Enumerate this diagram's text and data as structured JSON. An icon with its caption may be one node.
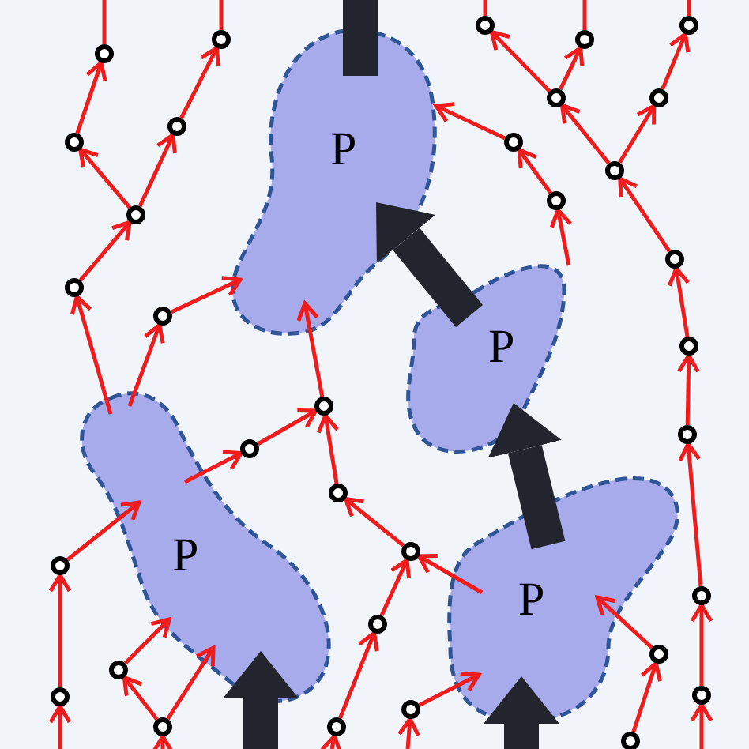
{
  "diagram": {
    "nodes": [
      {
        "text": [
          "P"
        ]
      },
      {
        "text": [
          "P"
        ]
      },
      {
        "text": [
          "P"
        ]
      },
      {
        "text": [
          "P"
        ]
      },
      {
        "text": [],
        "shape": "circle"
      },
      {
        "text": [],
        "shape": "circle"
      },
      {
        "text": [],
        "shape": "circle"
      },
      {
        "text": [],
        "shape": "circle"
      },
      {
        "text": [],
        "shape": "circle"
      },
      {
        "text": [],
        "shape": "circle"
      },
      {
        "text": [],
        "shape": "circle"
      },
      {
        "text": [],
        "shape": "circle"
      },
      {
        "text": [],
        "shape": "circle"
      },
      {
        "text": [],
        "shape": "circle"
      },
      {
        "text": [],
        "shape": "circle"
      },
      {
        "text": [],
        "shape": "circle"
      },
      {
        "text": [],
        "shape": "circle"
      },
      {
        "text": [],
        "shape": "circle"
      },
      {
        "text": [],
        "shape": "circle"
      },
      {
        "text": [],
        "shape": "circle"
      },
      {
        "text": [],
        "shape": "circle"
      },
      {
        "text": [],
        "shape": "circle"
      },
      {
        "text": [],
        "shape": "circle"
      },
      {
        "text": [],
        "shape": "circle"
      },
      {
        "text": [],
        "shape": "circle"
      },
      {
        "text": [],
        "shape": "circle"
      },
      {
        "text": [],
        "shape": "circle"
      },
      {
        "text": [],
        "shape": "circle"
      },
      {
        "text": [],
        "shape": "circle"
      },
      {
        "text": [],
        "shape": "circle"
      },
      {
        "text": [],
        "shape": "circle"
      },
      {
        "text": [],
        "shape": "circle"
      },
      {
        "text": [],
        "shape": "circle"
      },
      {
        "text": [],
        "shape": "circle"
      },
      {
        "text": [],
        "shape": "circle"
      },
      {
        "text": [],
        "shape": "circle"
      },
      {
        "text": [],
        "shape": "circle"
      }
    ],
    "edges": [
      {
        "from": 4,
        "to": null,
        "arrow": "none"
      },
      {
        "from": 5,
        "to": null,
        "arrow": "none"
      },
      {
        "from": 6,
        "to": null,
        "arrow": "none"
      },
      {
        "from": 7,
        "to": null,
        "arrow": "none"
      },
      {
        "from": 8,
        "to": null,
        "arrow": "none"
      },
      {
        "from": 9,
        "to": 4,
        "arrow": "to"
      },
      {
        "from": 15,
        "to": 9,
        "arrow": "to"
      },
      {
        "from": 15,
        "to": 10,
        "arrow": "to"
      },
      {
        "from": 10,
        "to": 5,
        "arrow": "to"
      },
      {
        "from": 18,
        "to": 15,
        "arrow": "to"
      },
      {
        "from": 2,
        "to": 18,
        "arrow": "to"
      },
      {
        "from": 2,
        "to": 19,
        "arrow": "to"
      },
      {
        "from": 19,
        "to": 0,
        "arrow": "to"
      },
      {
        "from": 21,
        "to": 0,
        "arrow": "to"
      },
      {
        "from": 11,
        "to": 6,
        "arrow": "to"
      },
      {
        "from": 11,
        "to": 7,
        "arrow": "to"
      },
      {
        "from": 14,
        "to": 11,
        "arrow": "to"
      },
      {
        "from": 14,
        "to": 12,
        "arrow": "to"
      },
      {
        "from": 12,
        "to": 8,
        "arrow": "to"
      },
      {
        "from": 17,
        "to": 14,
        "arrow": "to"
      },
      {
        "from": 20,
        "to": 17,
        "arrow": "to"
      },
      {
        "from": 16,
        "to": 13,
        "arrow": "to"
      },
      {
        "from": 13,
        "to": 0,
        "arrow": "to"
      },
      {
        "from": 1,
        "to": 16,
        "arrow": "to"
      },
      {
        "from": 22,
        "to": 20,
        "arrow": "to"
      },
      {
        "from": 27,
        "to": 22,
        "arrow": "to"
      },
      {
        "from": 32,
        "to": 27,
        "arrow": "to"
      },
      {
        "from": null,
        "to": 32,
        "arrow": "to"
      },
      {
        "from": 29,
        "to": 3,
        "arrow": "to"
      },
      {
        "from": 36,
        "to": 29,
        "arrow": "to"
      },
      {
        "from": 33,
        "to": 3,
        "arrow": "to"
      },
      {
        "from": null,
        "to": 33,
        "arrow": "to"
      },
      {
        "from": 3,
        "to": 25,
        "arrow": "to"
      },
      {
        "from": 28,
        "to": 25,
        "arrow": "to"
      },
      {
        "from": 25,
        "to": 24,
        "arrow": "to"
      },
      {
        "from": 24,
        "to": 21,
        "arrow": "to"
      },
      {
        "from": 23,
        "to": 21,
        "arrow": "to"
      },
      {
        "from": 2,
        "to": 23,
        "arrow": "to"
      },
      {
        "from": 35,
        "to": 28,
        "arrow": "to"
      },
      {
        "from": null,
        "to": 35,
        "arrow": "to"
      },
      {
        "from": 26,
        "to": 2,
        "arrow": "to"
      },
      {
        "from": 31,
        "to": 26,
        "arrow": "to"
      },
      {
        "from": null,
        "to": 31,
        "arrow": "to"
      },
      {
        "from": 34,
        "to": 30,
        "arrow": "to"
      },
      {
        "from": 30,
        "to": 2,
        "arrow": "to"
      },
      {
        "from": 34,
        "to": 2,
        "arrow": "to"
      },
      {
        "from": null,
        "to": 34,
        "arrow": "to"
      },
      {
        "from": 3,
        "to": 1,
        "arrow": "to",
        "style": "thick",
        "color": "#23252e"
      },
      {
        "from": 1,
        "to": 0,
        "arrow": "to",
        "style": "thick",
        "color": "#23252e"
      },
      {
        "from": 0,
        "to": null,
        "arrow": "none",
        "style": "thick",
        "color": "#23252e"
      },
      {
        "from": null,
        "to": 2,
        "arrow": "to",
        "style": "thick",
        "color": "#23252e"
      },
      {
        "from": null,
        "to": 3,
        "arrow": "to",
        "style": "thick",
        "color": "#23252e"
      }
    ]
  }
}
